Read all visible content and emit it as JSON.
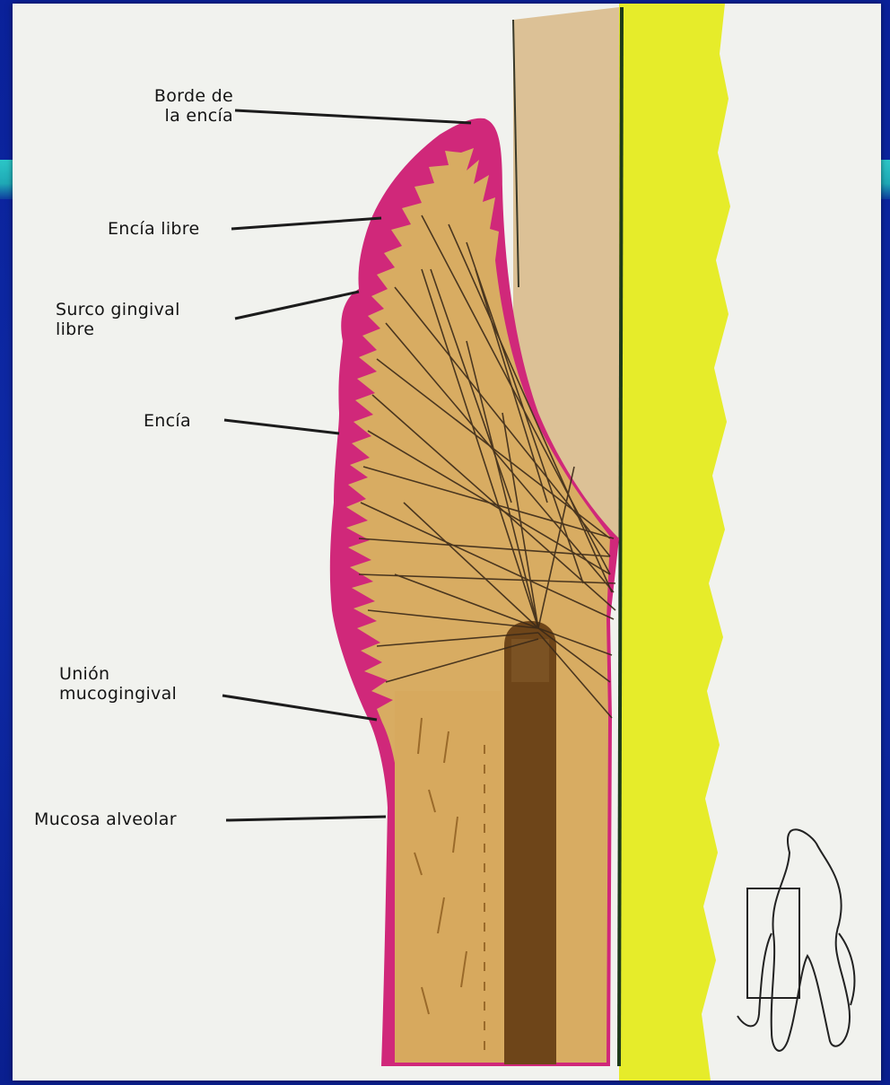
{
  "labels": {
    "borde_encia": "Borde de\nla encía",
    "encia_libre": "Encía libre",
    "surco_gingival": "Surco gingival\nlibre",
    "encia": "Encía",
    "union_mucogingival": "Unión\nmucogingival",
    "mucosa_alveolar": "Mucosa alveolar"
  },
  "colors": {
    "background": "#0b1f8a",
    "accent_bar": "#22b8c0",
    "paper": "#f1f2ee",
    "epithelium": "#d0287a",
    "connective_tissue": "#d8ac62",
    "tooth_root": "#dcc196",
    "cementum_line": "#1e3a1a",
    "periodontal_yellow": "#e6ec2a",
    "alveolar_bone_crest": "#6e4519",
    "fibers": "#3b2a18"
  }
}
